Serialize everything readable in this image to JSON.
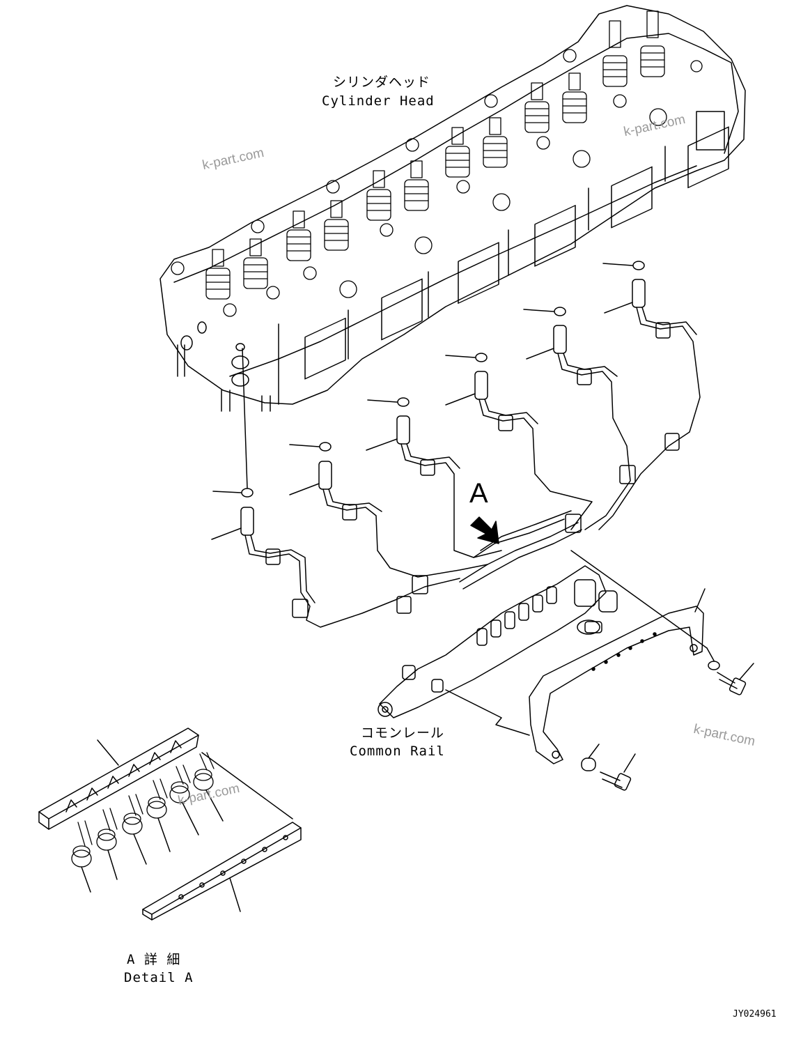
{
  "labels": {
    "cylinder_head_jp": "シリンダヘッド",
    "cylinder_head_en": "Cylinder Head",
    "common_rail_jp": "コモンレール",
    "common_rail_en": "Common Rail",
    "detail_a_jp": "A 詳 細",
    "detail_a_en": "Detail A",
    "view_marker": "A"
  },
  "watermark": "k-part.com",
  "drawing_code": "JY024961"
}
